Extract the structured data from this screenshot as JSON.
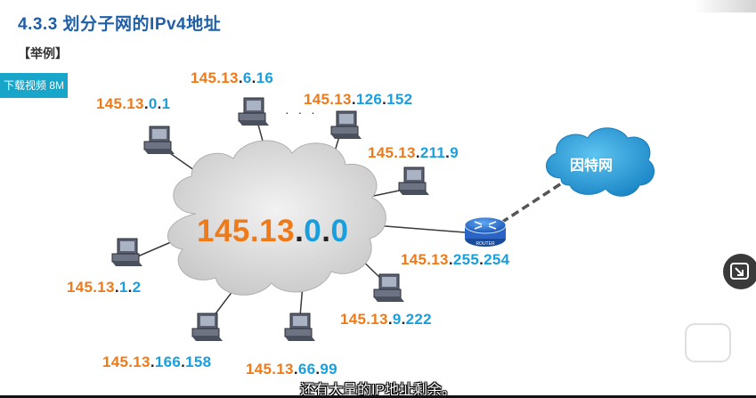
{
  "header": {
    "title": "4.3.3 划分子网的IPv4地址",
    "example_label": "【举例】"
  },
  "download_button": {
    "label": "下载视频 8M"
  },
  "diagram": {
    "network": {
      "p1": "145.",
      "p2": "13",
      "p3": ".",
      "p4": "0",
      "p5": ".",
      "p6": "0"
    },
    "internet_label": "因特网",
    "router_label": "ROUTER",
    "ellipsis": "· · ·",
    "hosts": [
      {
        "p1": "145.",
        "p2": "13",
        "p3": ".",
        "p4": "0",
        "p5": ".",
        "p6": "1"
      },
      {
        "p1": "145.",
        "p2": "13",
        "p3": ".",
        "p4": "6",
        "p5": ".",
        "p6": "16"
      },
      {
        "p1": "145.",
        "p2": "13",
        "p3": ".",
        "p4": "126",
        "p5": ".",
        "p6": "152"
      },
      {
        "p1": "145.",
        "p2": "13",
        "p3": ".",
        "p4": "211",
        "p5": ".",
        "p6": "9"
      },
      {
        "p1": "145.",
        "p2": "13",
        "p3": ".",
        "p4": "1",
        "p5": ".",
        "p6": "2"
      },
      {
        "p1": "145.",
        "p2": "13",
        "p3": ".",
        "p4": "9",
        "p5": ".",
        "p6": "222"
      },
      {
        "p1": "145.",
        "p2": "13",
        "p3": ".",
        "p4": "166",
        "p5": ".",
        "p6": "158"
      },
      {
        "p1": "145.",
        "p2": "13",
        "p3": ".",
        "p4": "66",
        "p5": ".",
        "p6": "99"
      }
    ],
    "router_ip": {
      "p1": "145.",
      "p2": "13",
      "p3": ".",
      "p4": "255",
      "p5": ".",
      "p6": "254"
    }
  },
  "subtitle": "还有大量的IP地址剩余。",
  "controls": {
    "side_icon": "picture-in-picture-icon",
    "play_icon": "play-icon"
  },
  "colors": {
    "title": "#1f5fa8",
    "orange": "#ee7a1a",
    "blue": "#1a9fde",
    "cloud": "#d9d9d9",
    "internet_cloud": "#2e9fd8",
    "download_bg": "#17a6c9"
  }
}
